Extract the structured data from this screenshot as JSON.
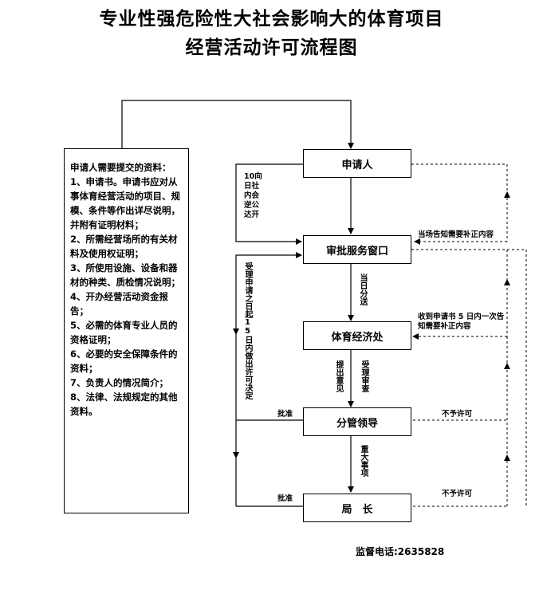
{
  "title": {
    "line1": "专业性强危险性大社会影响大的体育项目",
    "line2": "经营活动许可流程图"
  },
  "requirements": {
    "heading": "申请人需要提交的资料：",
    "items": [
      "1、申请书。申请书应对从事体育经营活动的项目、规模、条件等作出详尽说明，并附有证明材料；",
      "2、所需经营场所的有关材料及使用权证明；",
      "3、所使用设施、设备和器材的种类、质检情况说明；",
      "4、开办经营活动资金报告；",
      "5、必需的体育专业人员的资格证明；",
      "6、必要的安全保障条件的资料；",
      "7、负责人的情况简介；",
      "8、法律、法规规定的其他资料。"
    ]
  },
  "nodes": {
    "applicant": "申请人",
    "window": "审批服务窗口",
    "bureau": "体育经济处",
    "leader": "分管领导",
    "director": "局　长"
  },
  "labels": {
    "ten_days": "10向日社内会逆公达开",
    "notify_onsite": "当场告知需要补正内容",
    "same_day": "当日分送",
    "within5": "收到申请书 5 日内一次告知需要补正内容",
    "review": "受理审查",
    "opinion": "提出意见",
    "decision15": "受理申请之日起15日内做出许可决定",
    "approve1": "批准",
    "deny1": "不予许可",
    "major": "重大事项",
    "approve2": "批准",
    "deny2": "不予许可"
  },
  "footer": {
    "phone": "监督电话:2635828"
  }
}
